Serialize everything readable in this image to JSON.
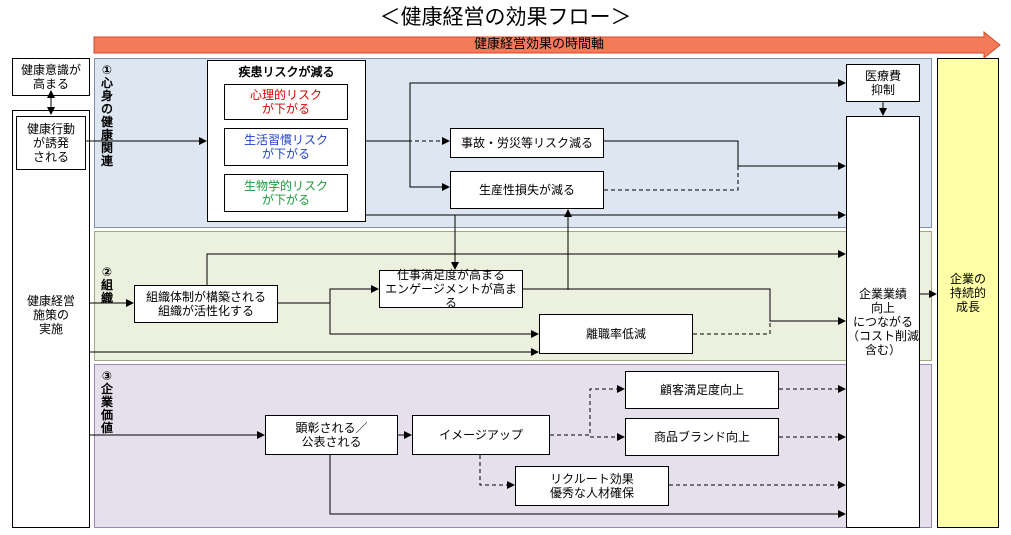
{
  "title": "＜健康経営の効果フロー＞",
  "timeline_label": "健康経営効果の時間軸",
  "left": {
    "awareness": "健康意識が\n高まる",
    "behavior": "健康行動\nが誘発\nされる",
    "measures": "健康経営\n施策の\n実施"
  },
  "bands": {
    "b1": "①\n心\n身\nの\n健\n康\n関\n連",
    "b2": "②\n組\n織",
    "b3": "③\n企\n業\n価\n値"
  },
  "risk": {
    "title": "疾患リスクが減る",
    "mental": "心理的リスク\nが下がる",
    "lifestyle": "生活習慣リスク\nが下がる",
    "biological": "生物学的リスク\nが下がる"
  },
  "nodes": {
    "accident": "事故・労災等リスク減る",
    "productivity": "生産性損失が減る",
    "medical": "医療費\n抑制",
    "org_structure": "組織体制が構築される\n組織が活性化する",
    "satisfaction": "仕事満足度が高まる\nエンゲージメントが高まる",
    "turnover": "離職率低減",
    "publicized": "顕彰される／\n公表される",
    "image": "イメージアップ",
    "customer": "顧客満足度向上",
    "brand": "商品ブランド向上",
    "recruit": "リクルート効果\n優秀な人材確保",
    "performance": "企業業績\n向上\nにつながる\n（コスト削減\n含む）",
    "sustainable": "企業の\n持続的\n成長"
  },
  "colors": {
    "band1": "#dde6f1",
    "band2": "#ebf0df",
    "band3": "#e6e0ec",
    "timeline_fill": "#f47a5a",
    "mental": "#e00000",
    "lifestyle": "#1f3fd0",
    "biological": "#1a9a3a",
    "sustainable_fill": "#ffffa8"
  }
}
